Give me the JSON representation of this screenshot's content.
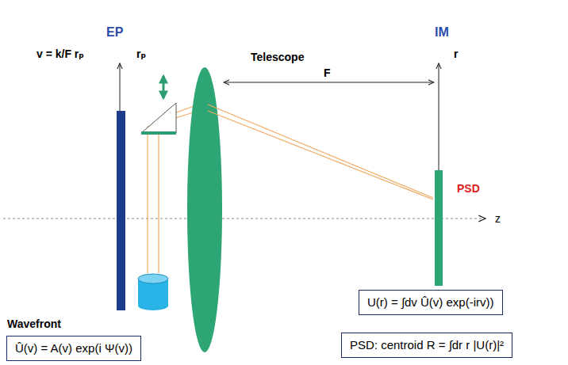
{
  "diagram": {
    "nodes": [
      {
        "text": [
          "U(r) = ∫dv Û(v) exp(-irv))"
        ]
      },
      {
        "text": [
          "PSD: centroid R = ∫dr r |U(r)|²"
        ]
      },
      {
        "text": [
          "Wavefront",
          "Û(v) = A(v) exp(i Ψ(v))"
        ]
      }
    ],
    "labels": [
      "EP",
      "IM",
      "v = k/F rₚ",
      "rₚ",
      "Telescope",
      "F",
      "r",
      "PSD",
      "z"
    ]
  }
}
